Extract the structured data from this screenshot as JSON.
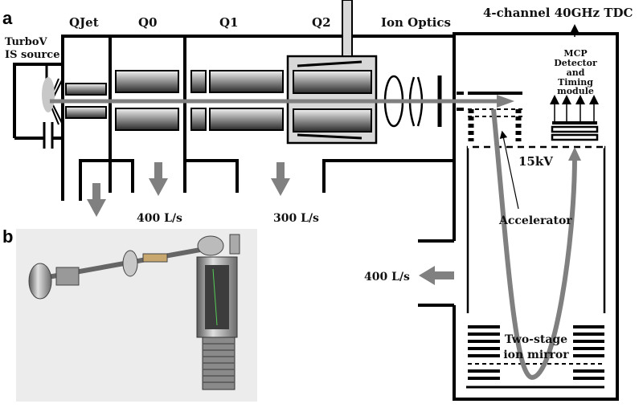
{
  "panels": {
    "a": "a",
    "b": "b"
  },
  "labels": {
    "source_line1": "TurboV",
    "source_line2": "IS source",
    "qjet": "QJet",
    "q0": "Q0",
    "q1": "Q1",
    "q2": "Q2",
    "ion_optics": "Ion Optics",
    "tdc": "4-channel 40GHz TDC",
    "mcp_lines": [
      "MCP",
      "Detector",
      "and",
      "Timing",
      "module"
    ],
    "voltage": "15kV",
    "accelerator": "Accelerator",
    "mirror_line1": "Two-stage",
    "mirror_line2": "ion mirror",
    "pump_400a": "400 L/s",
    "pump_300": "300 L/s",
    "pump_400b": "400 L/s"
  },
  "colors": {
    "beam": "#808080",
    "line": "#000000",
    "q2_housing": "#d8d8d8"
  }
}
